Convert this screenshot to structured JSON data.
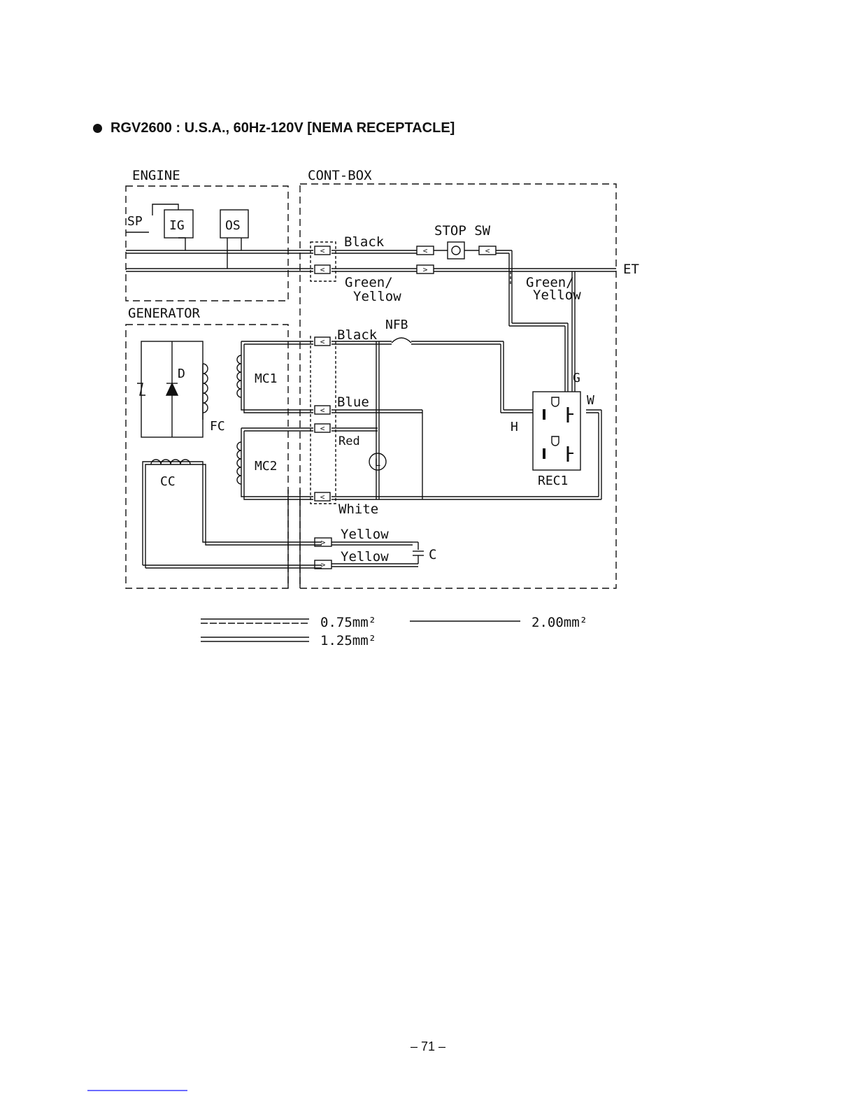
{
  "heading": "RGV2600 : U.S.A., 60Hz-120V [NEMA RECEPTACLE]",
  "sections": {
    "engine": "ENGINE",
    "cont_box": "CONT-BOX",
    "generator": "GENERATOR"
  },
  "components": {
    "sp": "SP",
    "ig": "IG",
    "os": "OS",
    "d": "D",
    "fc": "FC",
    "cc": "CC",
    "mc1": "MC1",
    "mc2": "MC2",
    "stop_sw": "STOP SW",
    "nfb": "NFB",
    "et": "ET",
    "g": "G",
    "w": "W",
    "h": "H",
    "rec1": "REC1",
    "c": "C",
    "l": "L"
  },
  "wires": {
    "black_top": "Black",
    "green_left_1": "Green/",
    "yellow_left_1": "Yellow",
    "green_right_1": "Green/",
    "yellow_right_1": "Yellow",
    "black_mid": "Black",
    "blue": "Blue",
    "red": "Red",
    "white": "White",
    "yellow_1": "Yellow",
    "yellow_2": "Yellow"
  },
  "legend": {
    "size_075": "0.75mm²",
    "size_125": "1.25mm²",
    "size_200": "2.00mm²"
  },
  "page_number": "– 71 –"
}
